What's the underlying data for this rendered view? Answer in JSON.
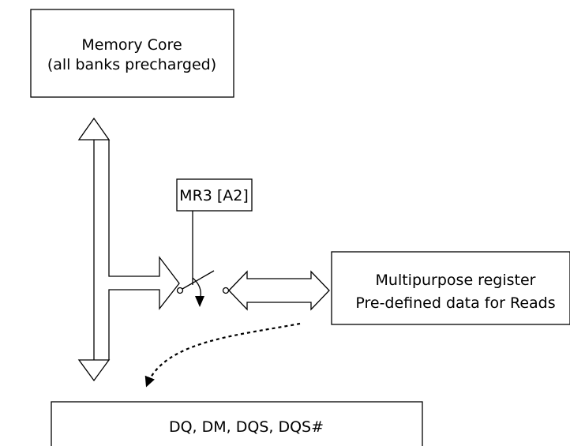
{
  "memory_core": {
    "line1": "Memory Core",
    "line2": "(all banks precharged)"
  },
  "mode_register": {
    "label": "MR3 [A2]"
  },
  "multipurpose_register": {
    "line1": "Multipurpose register",
    "line2": "Pre-defined data for Reads"
  },
  "io_pins": {
    "label": "DQ, DM, DQS, DQS#"
  }
}
